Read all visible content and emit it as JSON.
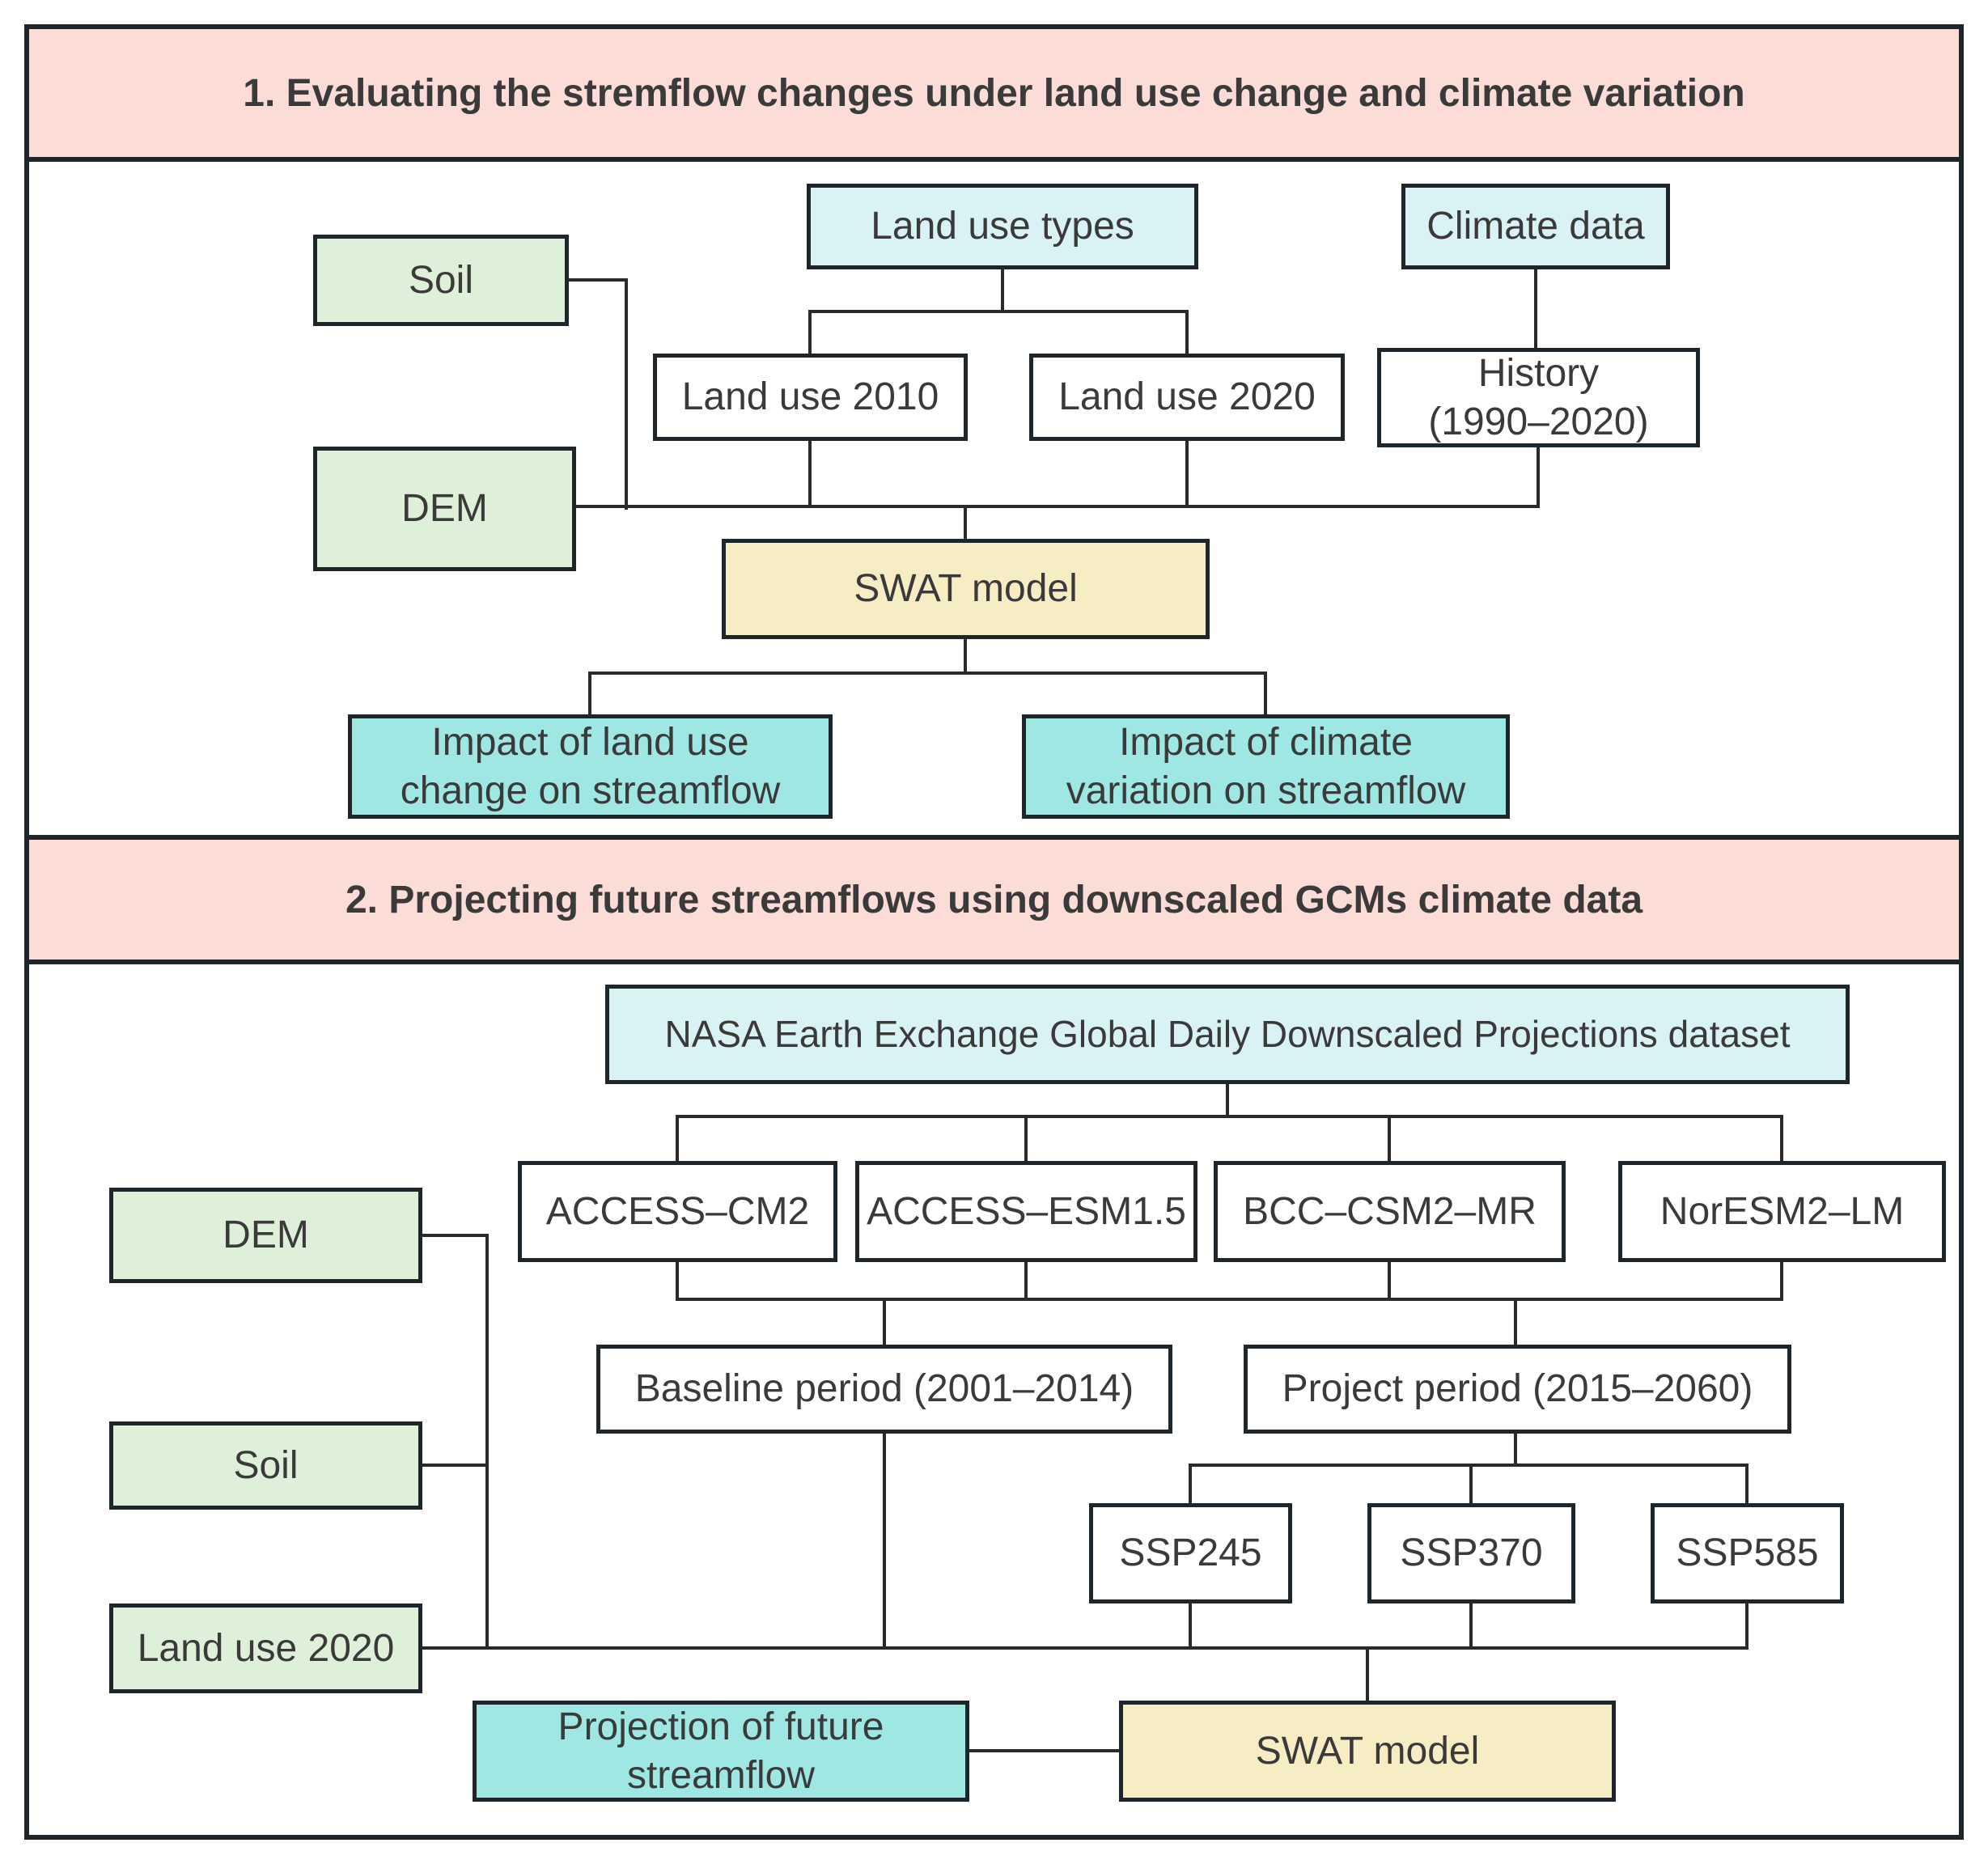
{
  "colors": {
    "pink": "#fbdcd7",
    "green": "#dff0da",
    "cyanlight": "#d9f2f4",
    "turquoise": "#9fe7e3",
    "yellow": "#f6edc4",
    "white": "#ffffff",
    "border": "#1f262b",
    "line": "#2a2a2a"
  },
  "section1": {
    "title": "1. Evaluating the stremflow changes under land use change and climate variation",
    "boxes": {
      "soil": "Soil",
      "dem": "DEM",
      "land_use_types": "Land use types",
      "climate_data": "Climate data",
      "land_use_2010": "Land use 2010",
      "land_use_2020": "Land use 2020",
      "history": "History\n(1990–2020)",
      "swat_model": "SWAT model",
      "impact_land_use": "Impact of land use\nchange on streamflow",
      "impact_climate": "Impact of climate\nvariation on streamflow"
    }
  },
  "section2": {
    "title": "2. Projecting future streamflows using downscaled GCMs climate data",
    "boxes": {
      "nasa_dataset": "NASA Earth Exchange Global Daily Downscaled Projections dataset",
      "gcm_access_cm2": "ACCESS–CM2",
      "gcm_access_esm15": "ACCESS–ESM1.5",
      "gcm_bcc_csm2_mr": "BCC–CSM2–MR",
      "gcm_noresm2_lm": "NorESM2–LM",
      "dem": "DEM",
      "soil": "Soil",
      "land_use_2020": "Land use 2020",
      "baseline_period": "Baseline period (2001–2014)",
      "project_period": "Project period (2015–2060)",
      "ssp245": "SSP245",
      "ssp370": "SSP370",
      "ssp585": "SSP585",
      "projection_future": "Projection of future\nstreamflow",
      "swat_model": "SWAT model"
    }
  }
}
